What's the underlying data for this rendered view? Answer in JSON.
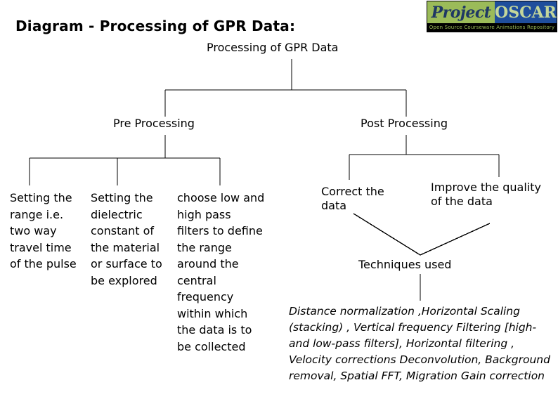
{
  "slide": {
    "title": "Diagram - Processing of GPR Data:"
  },
  "logo": {
    "left_text": "Project",
    "right_text": "OSCAR",
    "tagline": "Open Source Courseware Animations Repository",
    "colors": {
      "green": "#9bbb59",
      "blue": "#1f4e9c",
      "left_text_color": "#1f3864",
      "right_text_color": "#c3d69b",
      "tagline_bg": "#000000",
      "tagline_color": "#9bbb59"
    }
  },
  "diagram": {
    "line_color": "#000000",
    "root": "Processing of GPR Data",
    "branches": {
      "pre": "Pre Processing",
      "post": "Post Processing"
    },
    "pre_children": [
      "Setting the range i.e. two way travel time of the pulse",
      "Setting the dielectric constant of the material or surface to be explored",
      "choose low and high pass filters to define the range around the central frequency within which the data is to be collected"
    ],
    "post_children": [
      "Correct the data",
      "Improve the quality of the data"
    ],
    "techniques_node": "Techniques used",
    "techniques_list": "Distance normalization ,Horizontal Scaling (stacking) , Vertical frequency Filtering [high- and low-pass filters], Horizontal filtering , Velocity corrections  Deconvolution, Background removal, Spatial FFT, Migration Gain correction"
  }
}
